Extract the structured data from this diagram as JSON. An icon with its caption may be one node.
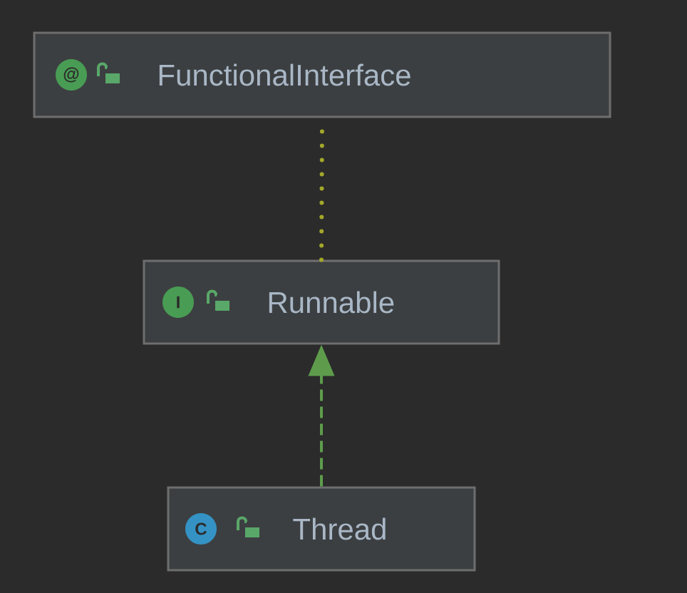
{
  "diagram": {
    "nodes": [
      {
        "text": [
          "@",
          "FunctionalInterface"
        ]
      },
      {
        "text": [
          "I",
          "Runnable"
        ]
      },
      {
        "text": [
          "C",
          "Thread"
        ]
      }
    ],
    "edges": [
      {
        "from": 1,
        "to": 0,
        "arrow": "none",
        "style": "dashed",
        "color": "#a3a82a"
      },
      {
        "from": 2,
        "to": 1,
        "arrow": "to",
        "style": "dashed",
        "color": "#5e9c4c"
      }
    ]
  }
}
